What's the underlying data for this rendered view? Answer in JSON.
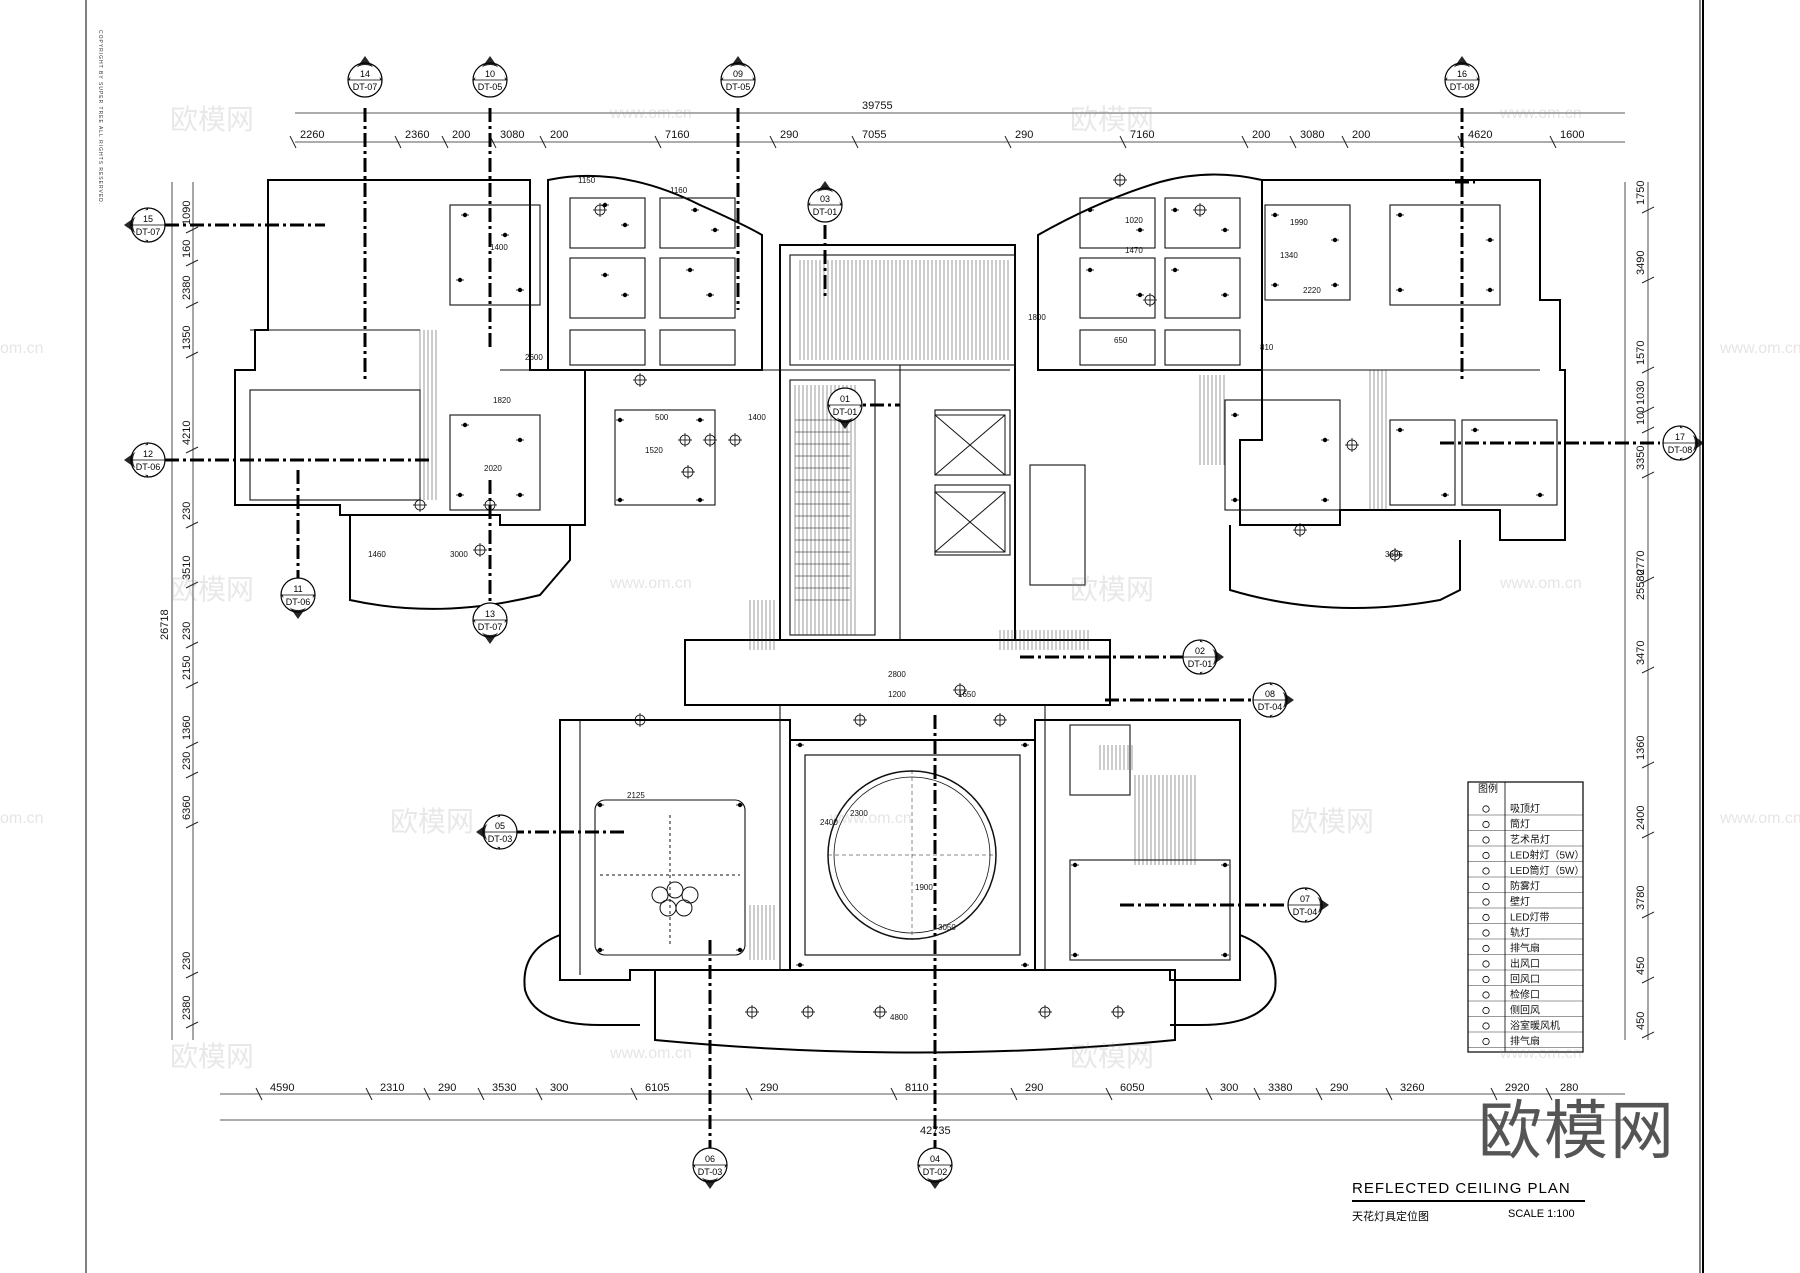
{
  "drawing": {
    "title": "REFLECTED  CEILING  PLAN",
    "subtitle": "天花灯具定位图",
    "scale": "SCALE  1:100",
    "copyright": "COPYRIGHT BY SUPER TREE ALL RIGHTS RESERVED."
  },
  "dimensions": {
    "top_total": "39755",
    "top_segments": [
      "2260",
      "2360",
      "200",
      "3080",
      "200",
      "7160",
      "290",
      "7055",
      "290",
      "7160",
      "200",
      "3080",
      "200",
      "4620",
      "1600"
    ],
    "bottom_total": "42735",
    "bottom_segments": [
      "4590",
      "2310",
      "290",
      "3530",
      "300",
      "6105",
      "290",
      "8110",
      "290",
      "6050",
      "300",
      "3380",
      "290",
      "3260",
      "2920",
      "280"
    ],
    "left_total": "26718",
    "left_segments": [
      "1090",
      "160",
      "2380",
      "1350",
      "4210",
      "230",
      "3510",
      "230",
      "2150",
      "1360",
      "230",
      "6360",
      "230",
      "2380"
    ],
    "right_total": "25580",
    "right_segments": [
      "1750",
      "3490",
      "1570",
      "1030",
      "100",
      "3350",
      "2770",
      "3470",
      "1360",
      "2400",
      "3780",
      "450",
      "450"
    ],
    "room_labels": [
      "1150",
      "1160",
      "1400",
      "2600",
      "1470",
      "1990",
      "1820",
      "2020",
      "1520",
      "1400",
      "500",
      "1460",
      "3000",
      "2125",
      "2400",
      "2300",
      "1900",
      "3050",
      "3695",
      "1800",
      "4800",
      "1200",
      "1650",
      "2800",
      "1020",
      "1340",
      "2220",
      "650",
      "810"
    ]
  },
  "detail_tags": [
    {
      "num": "14",
      "ref": "DT-07"
    },
    {
      "num": "10",
      "ref": "DT-05"
    },
    {
      "num": "09",
      "ref": "DT-05"
    },
    {
      "num": "16",
      "ref": "DT-08"
    },
    {
      "num": "15",
      "ref": "DT-07"
    },
    {
      "num": "03",
      "ref": "DT-01"
    },
    {
      "num": "01",
      "ref": "DT-01"
    },
    {
      "num": "12",
      "ref": "DT-06"
    },
    {
      "num": "17",
      "ref": "DT-08"
    },
    {
      "num": "11",
      "ref": "DT-06"
    },
    {
      "num": "13",
      "ref": "DT-07"
    },
    {
      "num": "02",
      "ref": "DT-01"
    },
    {
      "num": "08",
      "ref": "DT-04"
    },
    {
      "num": "05",
      "ref": "DT-03"
    },
    {
      "num": "07",
      "ref": "DT-04"
    },
    {
      "num": "06",
      "ref": "DT-03"
    },
    {
      "num": "04",
      "ref": "DT-02"
    }
  ],
  "legend": {
    "header": "图例",
    "items": [
      "吸顶灯",
      "筒灯",
      "艺术吊灯",
      "LED射灯（5W）",
      "LED筒灯（5W）",
      "防雾灯",
      "壁灯",
      "LED灯带",
      "轨灯",
      "排气扇",
      "出风口",
      "回风口",
      "检修口",
      "侧回风",
      "浴室暖风机",
      "排气扇"
    ]
  },
  "watermarks": {
    "brand": "欧模网",
    "url": "www.om.cn",
    "url_short": "om.cn"
  }
}
